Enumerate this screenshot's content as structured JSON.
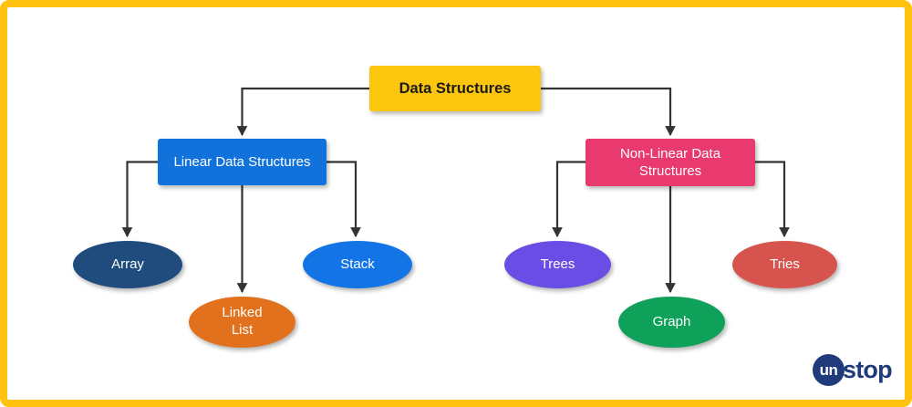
{
  "diagram": {
    "title_node": {
      "label": "Data Structures",
      "color": "#FCC60F",
      "text_color": "#1a1a1a"
    },
    "branches": [
      {
        "label": "Linear Data Structures",
        "color": "#1272DC"
      },
      {
        "label": "Non-Linear Data Structures",
        "color": "#E83A6F"
      }
    ],
    "leaves": [
      {
        "label": "Array",
        "color": "#1F4C7D",
        "parent": "Linear Data Structures"
      },
      {
        "label": "Linked List",
        "color": "#E2711E",
        "parent": "Linear Data Structures"
      },
      {
        "label": "Stack",
        "color": "#1375E5",
        "parent": "Linear Data Structures"
      },
      {
        "label": "Trees",
        "color": "#6A4DE4",
        "parent": "Non-Linear Data Structures"
      },
      {
        "label": "Graph",
        "color": "#0FA15A",
        "parent": "Non-Linear Data Structures"
      },
      {
        "label": "Tries",
        "color": "#D6544D",
        "parent": "Non-Linear Data Structures"
      }
    ],
    "connector_color": "#333333",
    "border_color": "#FFC20E"
  },
  "logo": {
    "bubble_text": "un",
    "rest_text": "stop",
    "color": "#1F3B7B"
  }
}
